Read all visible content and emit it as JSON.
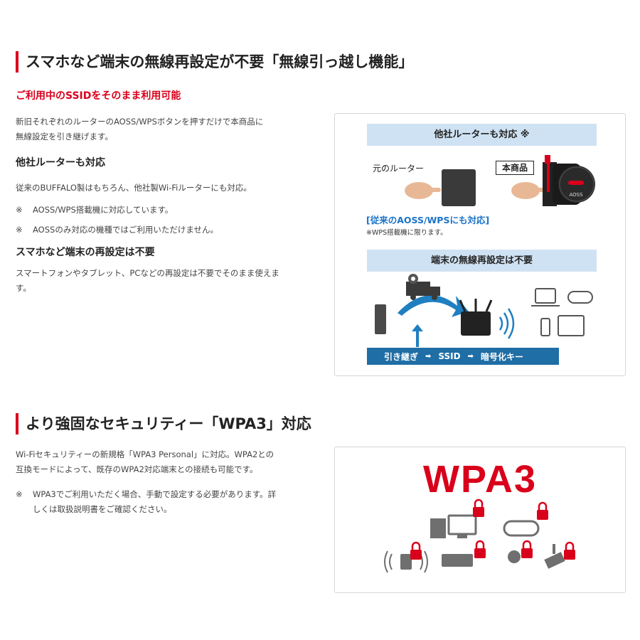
{
  "section1": {
    "heading": "スマホなど端末の無線再設定が不要「無線引っ越し機能」",
    "subheading": "ご利用中のSSIDをそのまま利用可能",
    "intro_line1": "新旧それぞれのルーターのAOSS/WPSボタンを押すだけで本商品に",
    "intro_line2": "無線設定を引き継げます。",
    "other_router_title": "他社ルーターも対応",
    "other_router_text": "従来のBUFFALO製はもちろん、他社製Wi-Fiルーターにも対応。",
    "notes": [
      {
        "mark": "※",
        "text": "AOSS/WPS搭載機に対応しています。"
      },
      {
        "mark": "※",
        "text": "AOSSのみ対応の機種ではご利用いただけません。"
      }
    ],
    "device_title": "スマホなど端末の再設定は不要",
    "device_line1": "スマートフォンやタブレット、PCなどの再設定は不要でそのまま使えま",
    "device_line2": "す。",
    "figure": {
      "band1": "他社ルーターも対応 ※",
      "old_router_label": "元のルーター",
      "new_router_label": "本商品",
      "aoss_label": "AOSS",
      "blue_caption": "[従来のAOSS/WPSにも対応]",
      "small_note": "※WPS搭載機に限ります。",
      "band2": "端末の無線再設定は不要",
      "bar_item1": "引き継ぎ",
      "bar_arrow": "➡",
      "bar_item2": "SSID",
      "bar_item3": "暗号化キー"
    }
  },
  "section2": {
    "heading": "より強固なセキュリティー「WPA3」対応",
    "line1": "Wi-Fiセキュリティーの新規格「WPA3 Personal」に対応。WPA2との",
    "line2": "互換モードによって、既存のWPA2対応端末との接続も可能です。",
    "note_mark": "※",
    "note_line1": "WPA3でご利用いただく場合、手動で設定する必要があります。詳",
    "note_line2": "しくは取扱説明書をご確認ください。",
    "logo_text": "WPA3"
  },
  "colors": {
    "accent": "#d9001b",
    "band": "#cfe2f3",
    "bar": "#1f6ea6",
    "link": "#1a73c8"
  }
}
